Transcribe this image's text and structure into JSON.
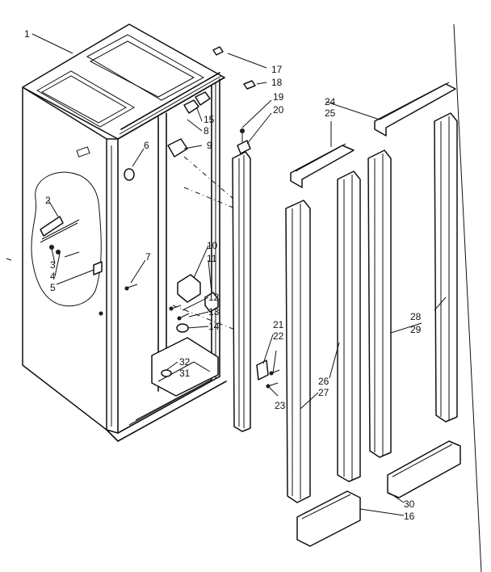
{
  "callouts": {
    "c1": "1",
    "c2": "2",
    "c3": "3",
    "c4": "4",
    "c5": "5",
    "c6": "6",
    "c7": "7",
    "c8": "8",
    "c9": "9",
    "c10": "10",
    "c11": "11",
    "c12": "12",
    "c13": "13",
    "c14": "14",
    "c15": "15",
    "c16": "16",
    "c17": "17",
    "c18": "18",
    "c19": "19",
    "c20": "20",
    "c21": "21",
    "c22": "22",
    "c23": "23",
    "c24": "24",
    "c25": "25",
    "c26": "26",
    "c27": "27",
    "c28": "28",
    "c29": "29",
    "c30": "30",
    "c31": "31",
    "c32": "32"
  }
}
